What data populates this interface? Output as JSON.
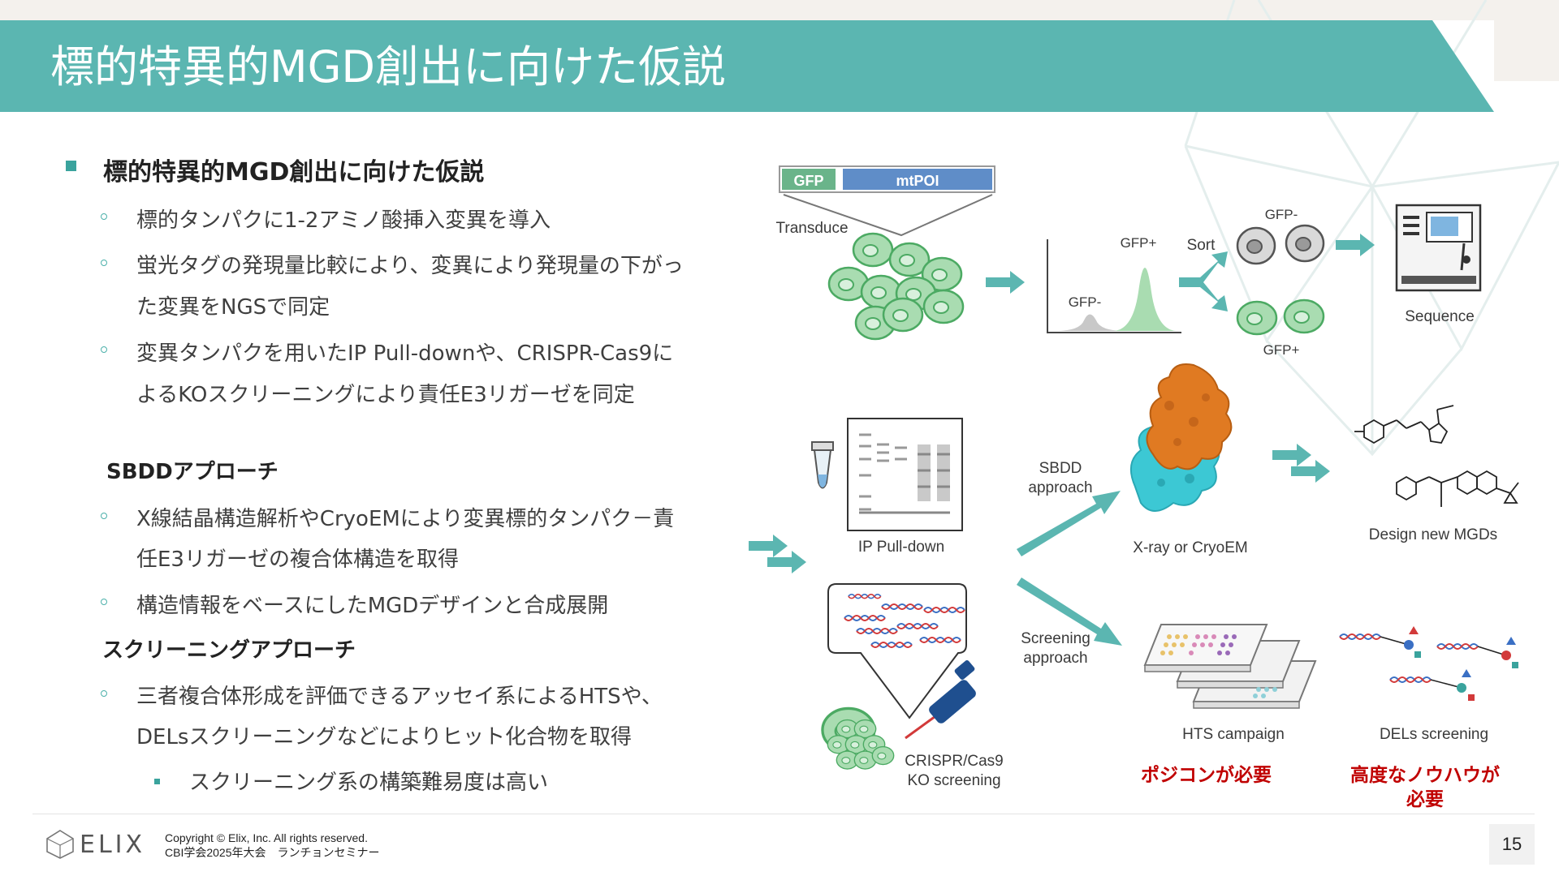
{
  "title": "標的特異的MGD創出に向けた仮説",
  "left": {
    "heading": "標的特異的MGD創出に向けた仮説",
    "items": [
      "標的タンパクに1-2アミノ酸挿入変異を導入",
      "蛍光タグの発現量比較により、変異により発現量の下がっ",
      "た変異をNGSで同定",
      "変異タンパクを用いたIP Pull-downや、CRISPR-Cas9に",
      "よるKOスクリーニングにより責任E3リガーゼを同定"
    ],
    "sbdd_heading": "SBDDアプローチ",
    "sbdd_items": [
      "X線結晶構造解析やCryoEMにより変異標的タンパク－責",
      "任E3リガーゼの複合体構造を取得",
      "構造情報をベースにしたMGDデザインと合成展開"
    ],
    "screen_heading": "スクリーニングアプローチ",
    "screen_items": [
      "三者複合体形成を評価できるアッセイ系によるHTSや、",
      "DELsスクリーニングなどによりヒット化合物を取得"
    ],
    "screen_sub": "スクリーニング系の構築難易度は高い"
  },
  "diagram": {
    "gfp": "GFP",
    "mtpoi": "mtPOI",
    "transduce": "Transduce",
    "gfp_minus": "GFP-",
    "gfp_plus": "GFP+",
    "sort": "Sort",
    "sort_minus": "GFP-",
    "sort_plus": "GFP+",
    "sequence": "Sequence",
    "ip_pulldown": "IP Pull-down",
    "crispr_1": "CRISPR/Cas9",
    "crispr_2": "KO screening",
    "sbdd_1": "SBDD",
    "sbdd_2": "approach",
    "screen_1": "Screening",
    "screen_2": "approach",
    "xray": "X-ray or CryoEM",
    "design": "Design new MGDs",
    "hts": "HTS campaign",
    "dels": "DELs screening",
    "note_hts": "ポジコンが必要",
    "note_dels_1": "高度なノウハウが",
    "note_dels_2": "必要"
  },
  "footer": {
    "logo": "ELIX",
    "copyright": "Copyright © Elix, Inc. All rights reserved.",
    "event": "CBI学会2025年大会　ランチョンセミナー",
    "page": "15"
  },
  "colors": {
    "teal": "#5bb6b1",
    "gfp_green": "#8fd19e",
    "orange": "#e07a22",
    "cyan": "#3cc8d4",
    "red": "#c00000"
  }
}
